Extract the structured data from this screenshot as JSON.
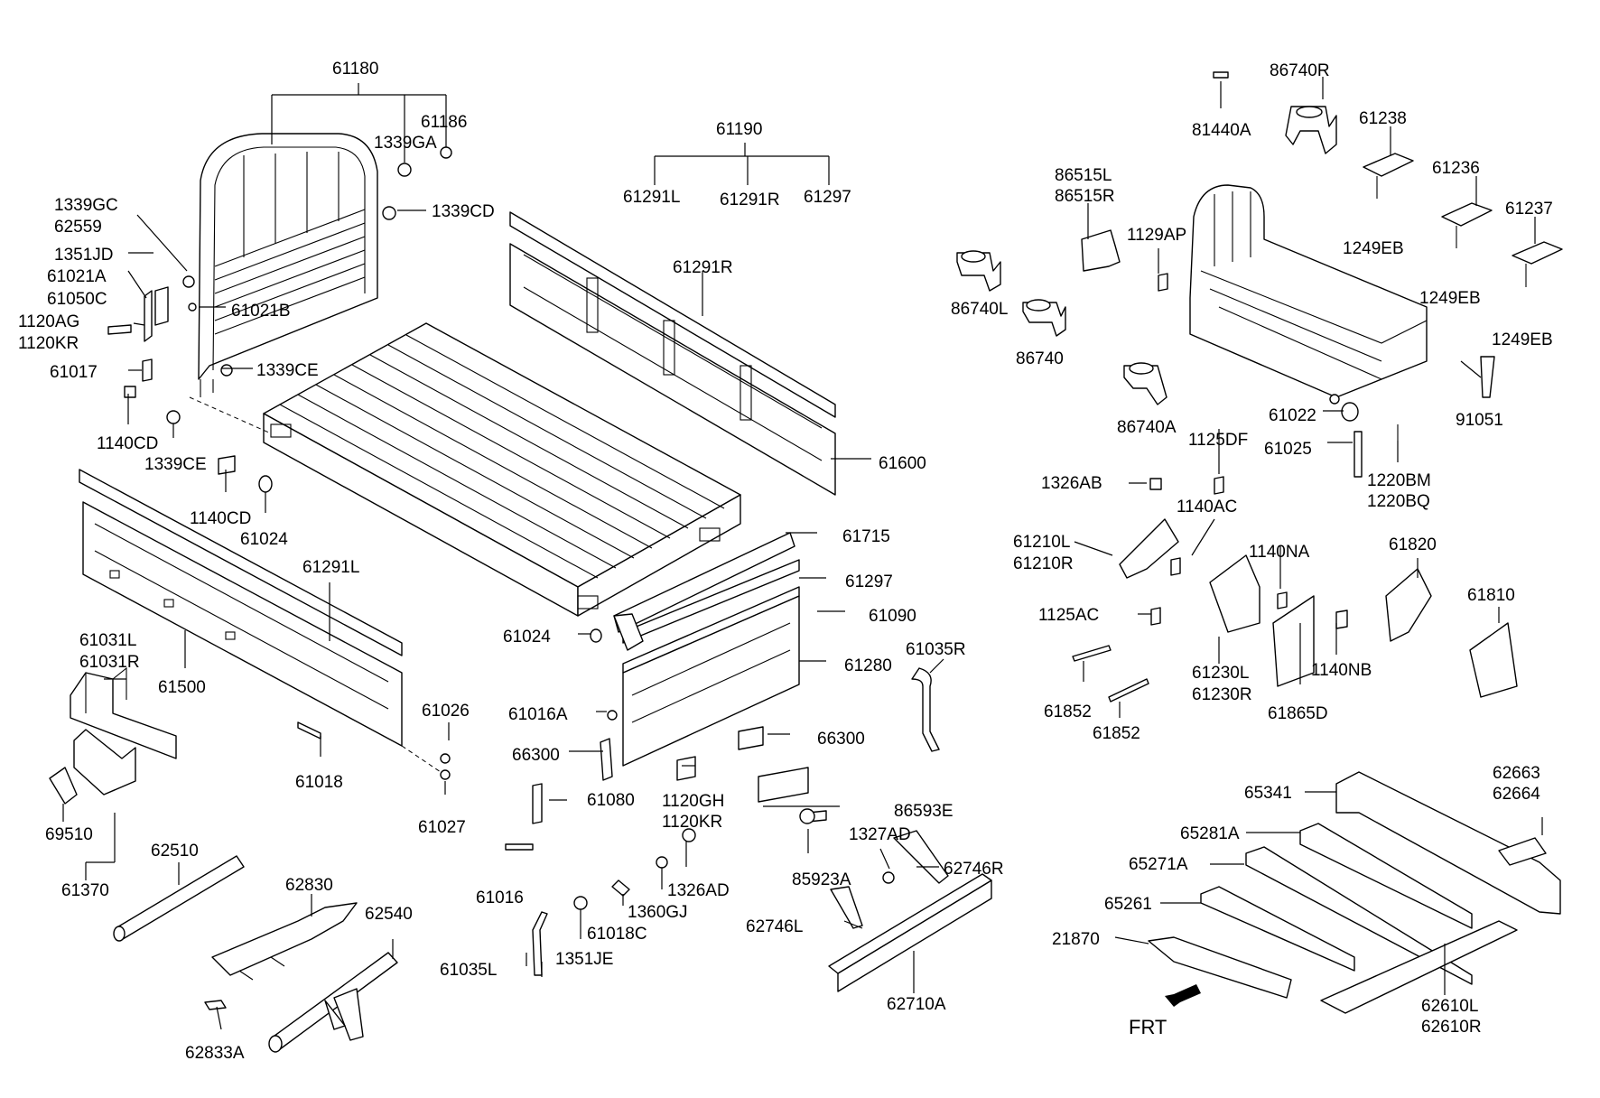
{
  "diagram": {
    "labels": {
      "p61180": "61180",
      "p61186": "61186",
      "p1339GA": "1339GA",
      "p1339CD": "1339CD",
      "p1339GC": "1339GC",
      "p62559": "62559",
      "p1351JD": "1351JD",
      "p61021A": "61021A",
      "p61050C": "61050C",
      "p61021B": "61021B",
      "p1120AG": "1120AG",
      "p1120KR": "1120KR",
      "p61017": "61017",
      "p1339CE_a": "1339CE",
      "p1140CD_a": "1140CD",
      "p1339CE_b": "1339CE",
      "p1140CD_b": "1140CD",
      "p61024_a": "61024",
      "p61190": "61190",
      "p61291L_top": "61291L",
      "p61291R_top": "61291R",
      "p61297_top": "61297",
      "p61291R": "61291R",
      "p61600": "61600",
      "p61291L": "61291L",
      "p61500": "61500",
      "p61715": "61715",
      "p61297": "61297",
      "p61090": "61090",
      "p61024_b": "61024",
      "p61280": "61280",
      "p61035R": "61035R",
      "p61031L": "61031L",
      "p61031R": "61031R",
      "p61026": "61026",
      "p61018": "61018",
      "p61027": "61027",
      "p61016A": "61016A",
      "p66300_a": "66300",
      "p66300_b": "66300",
      "p61080": "61080",
      "p1120GH": "1120GH",
      "p1120KR_b": "1120KR",
      "p86593E": "86593E",
      "p1327AD": "1327AD",
      "p69510": "69510",
      "p61370": "61370",
      "p62510": "62510",
      "p62830": "62830",
      "p62540": "62540",
      "p62833A": "62833A",
      "p61016": "61016",
      "p1326AD": "1326AD",
      "p1360GJ": "1360GJ",
      "p61018C": "61018C",
      "p1351JE": "1351JE",
      "p61035L": "61035L",
      "p85923A": "85923A",
      "p62746R": "62746R",
      "p62746L": "62746L",
      "p62710A": "62710A",
      "p81440A": "81440A",
      "p86740R": "86740R",
      "p61238": "61238",
      "p61236": "61236",
      "p61237": "61237",
      "p1249EB_a": "1249EB",
      "p1249EB_b": "1249EB",
      "p1249EB_c": "1249EB",
      "p86515L": "86515L",
      "p86515R": "86515R",
      "p1129AP": "1129AP",
      "p86740L": "86740L",
      "p86740": "86740",
      "p86740A": "86740A",
      "p91051": "91051",
      "p61022": "61022",
      "p61025": "61025",
      "p1125DF": "1125DF",
      "p1220BM": "1220BM",
      "p1220BQ": "1220BQ",
      "p1326AB": "1326AB",
      "p1140AC": "1140AC",
      "p61210L": "61210L",
      "p61210R": "61210R",
      "p1140NA": "1140NA",
      "p61820": "61820",
      "p61810": "61810",
      "p1125AC": "1125AC",
      "p61230L": "61230L",
      "p61230R": "61230R",
      "p1140NB": "1140NB",
      "p61865D": "61865D",
      "p61852_a": "61852",
      "p61852_b": "61852",
      "p62663": "62663",
      "p62664": "62664",
      "p65341": "65341",
      "p65281A": "65281A",
      "p65271A": "65271A",
      "p65261": "65261",
      "p21870": "21870",
      "p62610L": "62610L",
      "p62610R": "62610R",
      "frt": "FRT"
    }
  }
}
